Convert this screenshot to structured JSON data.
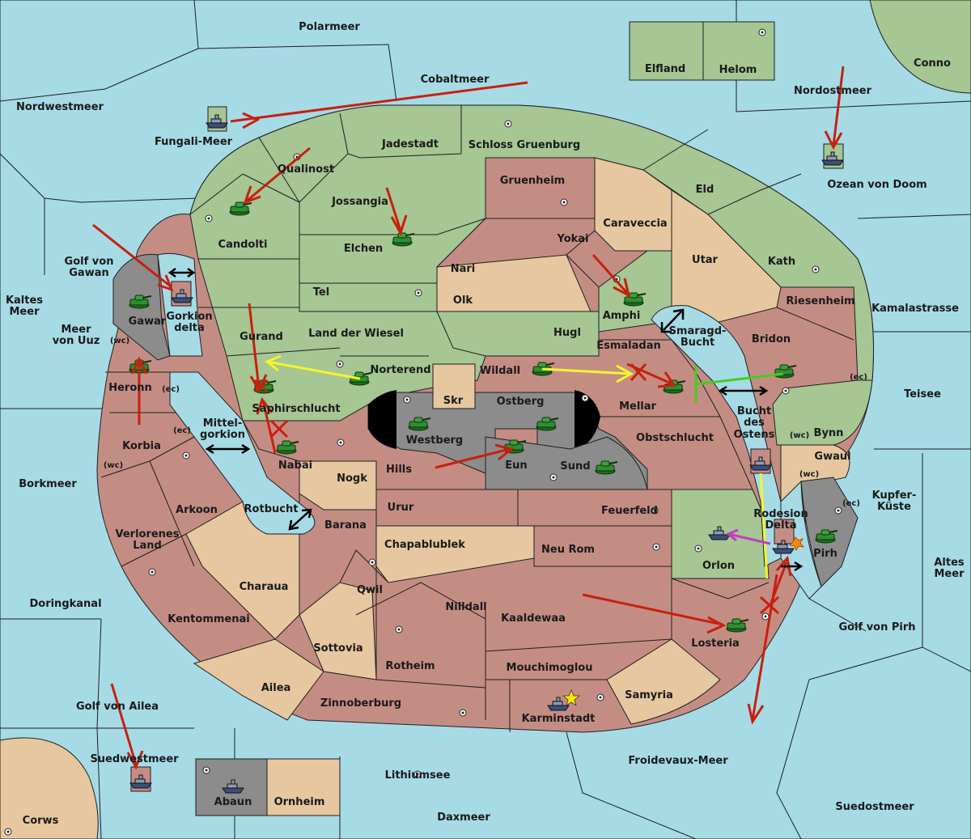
{
  "map": {
    "sea_color": "#a6dbe6",
    "owner_colors": {
      "green": "#a6c694",
      "red": "#c48d84",
      "tan": "#e6c7a0",
      "gray": "#8c8c8c"
    },
    "order_colors": {
      "move": "#c8200f",
      "support": "#f5f52a",
      "convoy": "#c040c0",
      "alt": "#44cc22"
    },
    "seas": {
      "polarmeer": "Polarmeer",
      "cobaltmeer": "Cobaltmeer",
      "nordwestmeer": "Nordwestmeer",
      "fungali_meer": "Fungali-Meer",
      "nordostmeer": "Nordostmeer",
      "ozean_von_doom": "Ozean von Doom",
      "conno": "Conno",
      "golf_von_gawan": [
        "Golf von",
        "Gawan"
      ],
      "kaltes_meer": [
        "Kaltes",
        "Meer"
      ],
      "meer_von_uuz": [
        "Meer",
        "von Uuz"
      ],
      "mittelgorkion": [
        "Mittel-",
        "gorkion"
      ],
      "borkmeer": "Borkmeer",
      "rotbucht": "Rotbucht",
      "doringkanal": "Doringkanal",
      "golf_von_ailea": "Golf von Ailea",
      "suedwestmeer": "Suedwestmeer",
      "corws": "Corws",
      "lithiumsee": "Lithiumsee",
      "daxmeer": "Daxmeer",
      "froidevaux_meer": "Froidevaux-Meer",
      "suedostmeer": "Suedostmeer",
      "golf_von_pirh": "Golf von Pirh",
      "altes_meer": [
        "Altes",
        "Meer"
      ],
      "kupfer_kueste": [
        "Kupfer-",
        "Küste"
      ],
      "teisee": "Teisee",
      "kamalastrasse": "Kamalastrasse",
      "smaragd_bucht": [
        "Smaragd-",
        "Bucht"
      ],
      "bucht_des_ostens": [
        "Bucht",
        "des",
        "Ostens"
      ],
      "gorkion_delta": [
        "Gorkion",
        "delta"
      ],
      "rodesion_delta": [
        "Rodesion",
        "Delta"
      ]
    },
    "lands": {
      "elfland": "Elfland",
      "helom": "Helom",
      "jadestadt": "Jadestadt",
      "schloss_gruenburg": "Schloss Gruenburg",
      "qualinost": "Qualinost",
      "gruenheim": "Gruenheim",
      "eld": "Eld",
      "jossangia": "Jossangia",
      "caraveccia": "Caraveccia",
      "candolti": "Candolti",
      "elchen": "Elchen",
      "yokai": "Yokai",
      "utar": "Utar",
      "kath": "Kath",
      "nari": "Nari",
      "tel": "Tel",
      "olk": "Olk",
      "riesenheim": "Riesenheim",
      "amphi": "Amphi",
      "gawar": "Gawar",
      "land_der_wiesel": "Land der Wiesel",
      "hugl": "Hugl",
      "gurand": "Gurand",
      "esmaladan": "Esmaladan",
      "bridon": "Bridon",
      "norterend": "Norterend",
      "wildall": "Wildall",
      "heronn": "Heronn",
      "skr": "Skr",
      "ostberg": "Ostberg",
      "saphirschlucht": "Saphirschlucht",
      "mellar": "Mellar",
      "westberg": "Westberg",
      "korbia": "Korbia",
      "obstschlucht": "Obstschlucht",
      "eun": "Eun",
      "nabai": "Nabai",
      "hills": "Hills",
      "sund": "Sund",
      "bynn": "Bynn",
      "gwaul": "Gwaul",
      "nogk": "Nogk",
      "arkoon": "Arkoon",
      "urur": "Urur",
      "feuerfeld": "Feuerfeld",
      "barana": "Barana",
      "verlorenes_land": [
        "Verlorenes",
        "Land"
      ],
      "chapablublek": "Chapablublek",
      "neu_rom": "Neu Rom",
      "orlon": "Orlon",
      "pirh": "Pirh",
      "charaua": "Charaua",
      "qwil": "Qwil",
      "nilldall": "Nilldall",
      "kaaldewaa": "Kaaldewaa",
      "kentommenai": "Kentommenai",
      "losteria": "Losteria",
      "sottovia": "Sottovia",
      "rotheim": "Rotheim",
      "mouchimoglou": "Mouchimoglou",
      "ailea": "Ailea",
      "samyria": "Samyria",
      "zinnoberburg": "Zinnoberburg",
      "karminstadt": "Karminstadt",
      "abaun": "Abaun",
      "ornheim": "Ornheim"
    },
    "coast_tags": {
      "wc": "(wc)",
      "ec": "(ec)"
    }
  }
}
